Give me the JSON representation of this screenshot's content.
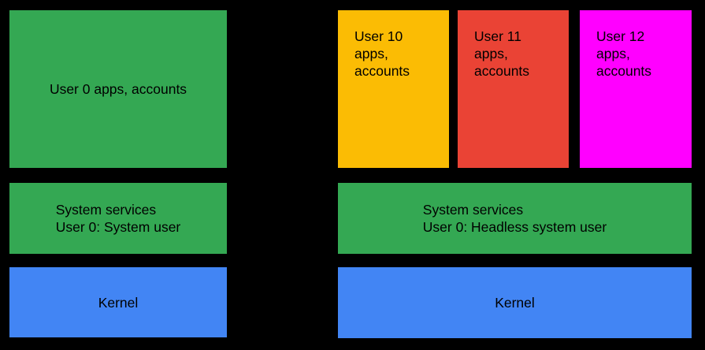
{
  "colors": {
    "background": "#000000",
    "green": "#34A853",
    "blue": "#4285F4",
    "yellow": "#FBBC04",
    "red": "#EA4335",
    "magenta": "#FF00FF",
    "text": "#000000"
  },
  "left_stack": {
    "apps_box": {
      "label": "User 0 apps, accounts"
    },
    "services_box": {
      "label": "System services\nUser 0: System user"
    },
    "kernel_box": {
      "label": "Kernel"
    }
  },
  "right_stack": {
    "user_boxes": [
      {
        "label": "User 10\napps,\naccounts",
        "color": "#FBBC04"
      },
      {
        "label": "User 11\napps,\naccounts",
        "color": "#EA4335"
      },
      {
        "label": "User 12\napps,\naccounts",
        "color": "#FF00FF"
      }
    ],
    "services_box": {
      "label": "System services\nUser 0: Headless system user"
    },
    "kernel_box": {
      "label": "Kernel"
    }
  }
}
